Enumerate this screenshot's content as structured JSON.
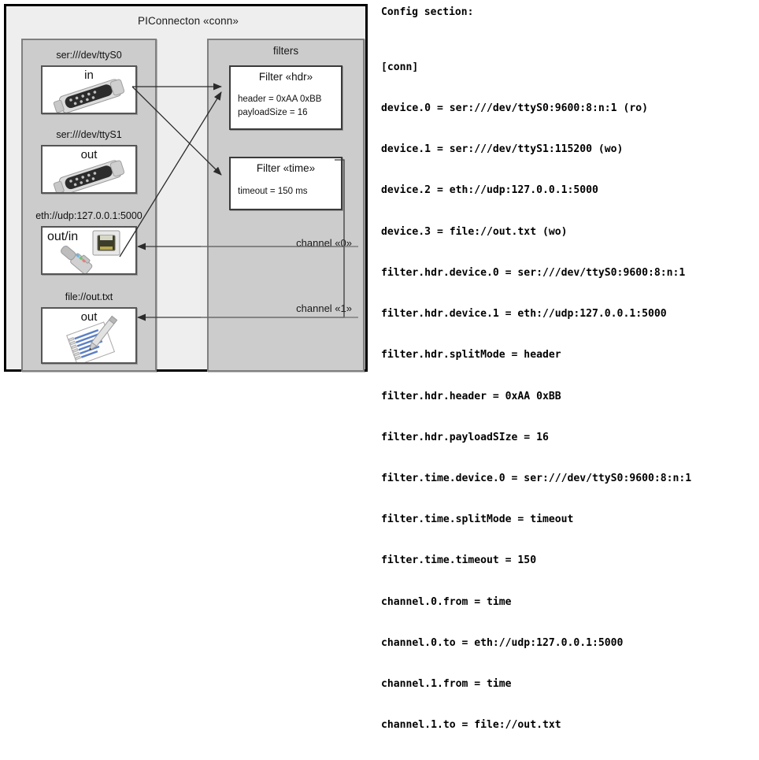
{
  "diagram": {
    "title": "PIConnecton «conn»",
    "devices_panel": {
      "name": "devices-panel",
      "devices": [
        {
          "label": "ser:///dev/ttyS0",
          "direction": "in",
          "icon": "serial-port-icon"
        },
        {
          "label": "ser:///dev/ttyS1",
          "direction": "out",
          "icon": "serial-port-icon"
        },
        {
          "label": "eth://udp:127.0.0.1:5000",
          "direction": "out/in",
          "icon": "ethernet-jack-icon"
        },
        {
          "label": "file://out.txt",
          "direction": "out",
          "icon": "text-file-icon"
        }
      ]
    },
    "filters_panel": {
      "title": "filters",
      "filters": [
        {
          "name": "Filter «hdr»",
          "attrs": [
            "header = 0xAA 0xBB",
            "payloadSize = 16"
          ]
        },
        {
          "name": "Filter «time»",
          "attrs": [
            "timeout = 150 ms"
          ]
        }
      ],
      "channels": [
        {
          "label": "channel «0»"
        },
        {
          "label": "channel «1»"
        }
      ]
    },
    "colors": {
      "frame_border": "#000000",
      "frame_fill": "#eeeeee",
      "panel_fill": "#cccccc",
      "panel_border": "#808080",
      "box_fill": "#ffffff",
      "box_border": "#3a3a3a",
      "line": "#333333"
    }
  },
  "config": {
    "heading": "Config section:",
    "lines": [
      "[conn]",
      "device.0 = ser:///dev/ttyS0:9600:8:n:1 (ro)",
      "device.1 = ser:///dev/ttyS1:115200 (wo)",
      "device.2 = eth://udp:127.0.0.1:5000",
      "device.3 = file://out.txt (wo)",
      "filter.hdr.device.0 = ser:///dev/ttyS0:9600:8:n:1",
      "filter.hdr.device.1 = eth://udp:127.0.0.1:5000",
      "filter.hdr.splitMode = header",
      "filter.hdr.header = 0xAA 0xBB",
      "filter.hdr.payloadSIze = 16",
      "filter.time.device.0 = ser:///dev/ttyS0:9600:8:n:1",
      "filter.time.splitMode = timeout",
      "filter.time.timeout = 150",
      "channel.0.from = time",
      "channel.0.to = eth://udp:127.0.0.1:5000",
      "channel.1.from = time",
      "channel.1.to = file://out.txt"
    ]
  }
}
